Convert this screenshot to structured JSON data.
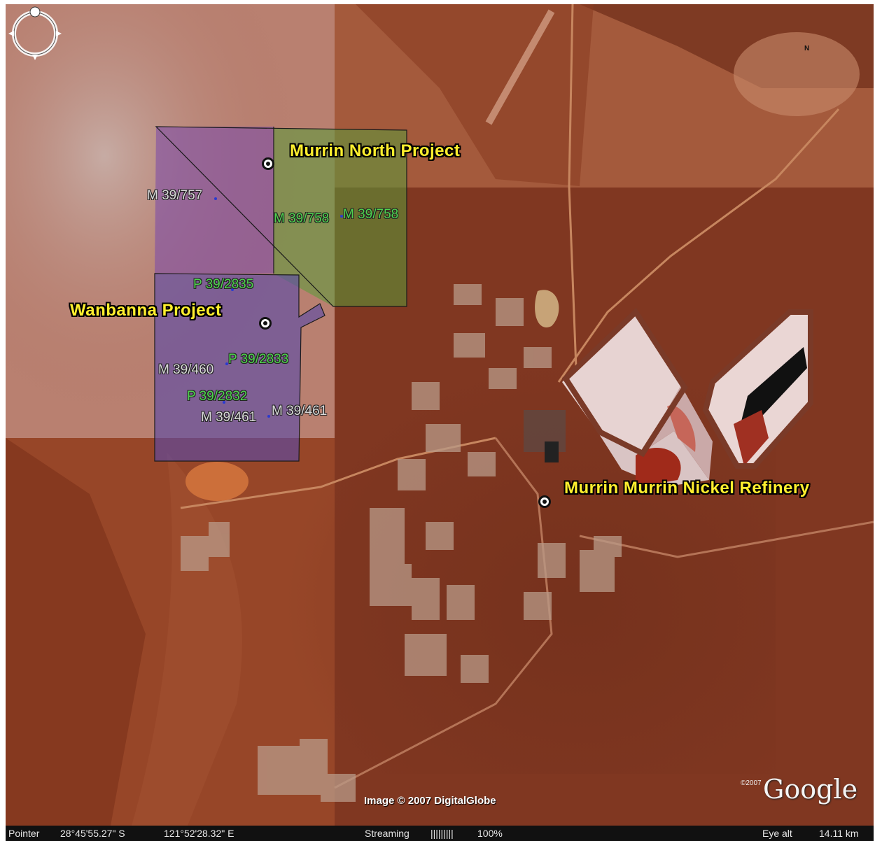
{
  "map": {
    "projects": [
      {
        "label": "Murrin North Project",
        "color": "#ffef2e"
      },
      {
        "label": "Wanbanna Project",
        "color": "#ffef2e"
      },
      {
        "label": "Murrin Murrin Nickel Refinery",
        "color": "#ffef2e"
      }
    ],
    "tenements": [
      {
        "label": "M 39/757",
        "color": "#d8d8d8"
      },
      {
        "label": "M 39/758",
        "color": "#4fd24f"
      },
      {
        "label": "M 39/758",
        "color": "#4fd24f"
      },
      {
        "label": "P 39/2835",
        "color": "#4fd24f"
      },
      {
        "label": "M 39/460",
        "color": "#d8d8d8"
      },
      {
        "label": "P 39/2833",
        "color": "#4fd24f"
      },
      {
        "label": "P 39/2832",
        "color": "#4fd24f"
      },
      {
        "label": "M 39/461",
        "color": "#d8d8d8"
      },
      {
        "label": "M 39/461",
        "color": "#d8d8d8"
      }
    ],
    "image_credit": "Image © 2007 DigitalGlobe",
    "google_logo": "Google",
    "google_copyright": "©2007",
    "compass_letter": "N",
    "compass_icon": "compass-rose-icon",
    "pin_icon": "placemark-icon"
  },
  "status": {
    "pointer_label": "Pointer",
    "latitude": "28°45'55.27\" S",
    "longitude": "121°52'28.32\" E",
    "streaming_label": "Streaming",
    "streaming_bar": "|||||||||",
    "streaming_pct": "100%",
    "eye_alt_label": "Eye alt",
    "eye_alt_value": "14.11 km"
  }
}
